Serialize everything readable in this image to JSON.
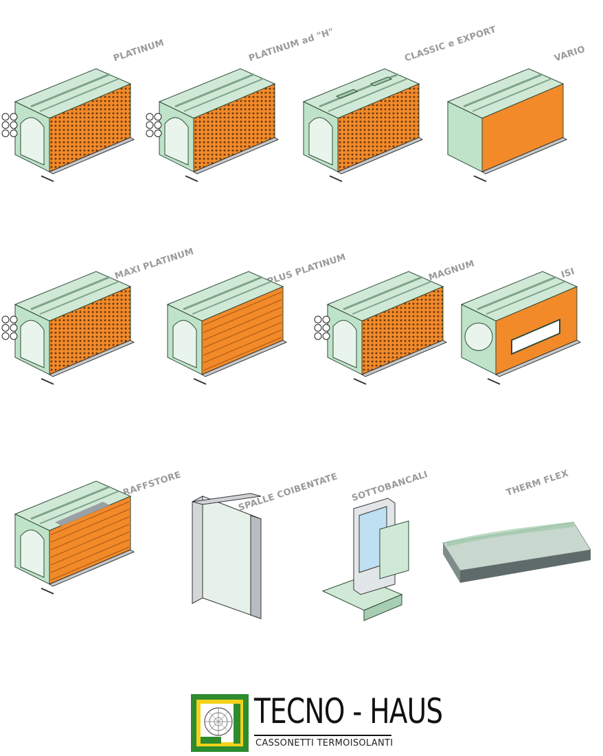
{
  "products": [
    {
      "id": "platinum",
      "label": "PLATINUM",
      "variant": "tunnel"
    },
    {
      "id": "platinum-h",
      "label": "PLATINUM ad \"H\"",
      "variant": "h"
    },
    {
      "id": "classic-export",
      "label": "CLASSIC e EXPORT",
      "variant": "classic"
    },
    {
      "id": "vario",
      "label": "VARIO",
      "variant": "vario"
    },
    {
      "id": "maxi-platinum",
      "label": "MAXI PLATINUM",
      "variant": "tunnel"
    },
    {
      "id": "plus-platinum",
      "label": "PLUS PLATINUM",
      "variant": "slats"
    },
    {
      "id": "magnum",
      "label": "MAGNUM",
      "variant": "magnum"
    },
    {
      "id": "isi",
      "label": "ISI",
      "variant": "isi"
    },
    {
      "id": "raffstore",
      "label": "RAFFSTORE",
      "variant": "raffstore"
    },
    {
      "id": "spalle-coibentate",
      "label": "SPALLE COIBENTATE",
      "variant": "spalle"
    },
    {
      "id": "sottobancali",
      "label": "SOTTOBANCALI",
      "variant": "sotto"
    },
    {
      "id": "therm-flex",
      "label": "THERM FLEX",
      "variant": "flex"
    }
  ],
  "brand": {
    "title": "TECNO - HAUS",
    "subtitle": "CASSONETTI TERMOISOLANTI"
  },
  "colors": {
    "foam_green": "#cfe9d6",
    "foam_edge": "#2f4a38",
    "orange_panel": "#f28a2a",
    "label_gray": "#9a9a9a",
    "logo_green": "#2e8b2e",
    "logo_yellow": "#f2d21b"
  }
}
